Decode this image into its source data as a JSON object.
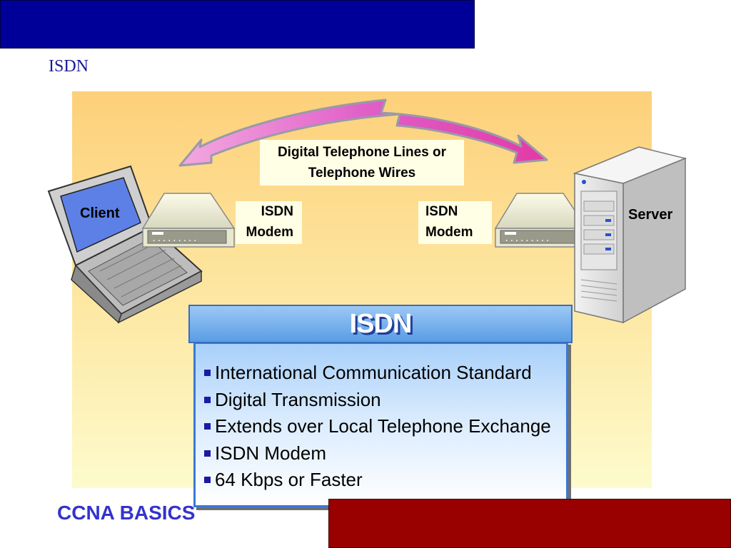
{
  "page": {
    "title": "ISDN",
    "footer": "CCNA BASICS"
  },
  "diagram": {
    "lines_label": [
      "Digital Telephone Lines or",
      "Telephone Wires"
    ],
    "client_label": "Client",
    "server_label": "Server",
    "modem_left_label": [
      "ISDN",
      "Modem"
    ],
    "modem_right_label": [
      "ISDN",
      "Modem"
    ]
  },
  "card": {
    "heading": "ISDN",
    "bullets": [
      "International Communication Standard",
      "Digital Transmission",
      "Extends over Local Telephone Exchange",
      "ISDN Modem",
      "64 Kbps or Faster"
    ]
  },
  "colors": {
    "top_bar": "#000099",
    "bottom_bar": "#990000",
    "footer_text": "#3333cc",
    "arrow": "#e040b0",
    "card_border": "#3a78d8"
  },
  "icons": [
    "laptop-icon",
    "modem-icon",
    "server-icon",
    "lightning-arrow-icon",
    "bullet-square-icon"
  ]
}
